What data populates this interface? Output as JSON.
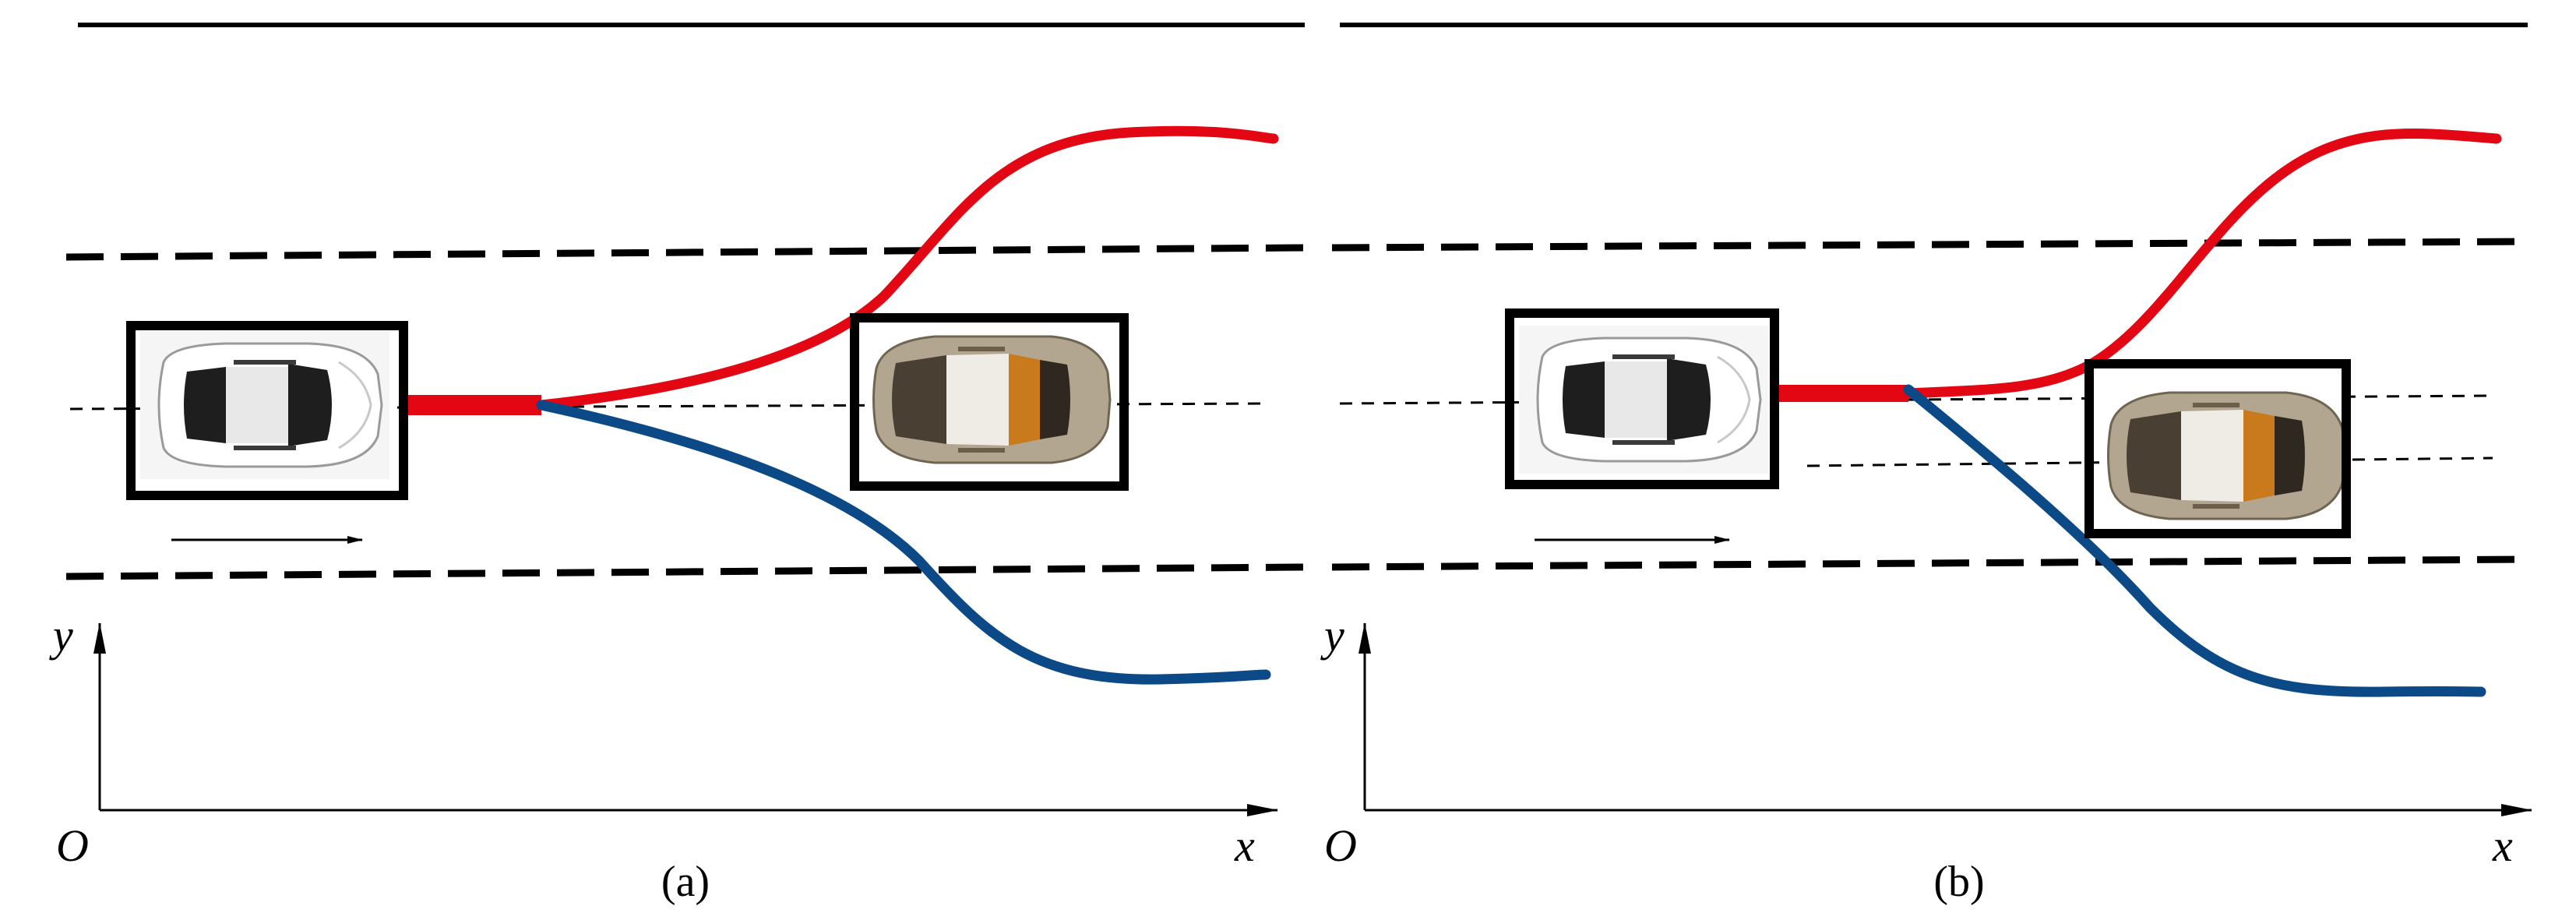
{
  "panels": [
    {
      "caption": "(a)",
      "origin_label": "O",
      "x_label": "x",
      "y_label": "y"
    },
    {
      "caption": "(b)",
      "origin_label": "O",
      "x_label": "x",
      "y_label": "y"
    }
  ],
  "colors": {
    "upper_path": "#e30613",
    "lower_path": "#0b4a86",
    "lines": "#000000",
    "car_white": "#f2f2f2",
    "car_gold": "#a99b86"
  },
  "icons": [
    "white-car-icon",
    "gold-car-icon",
    "direction-arrow-icon"
  ]
}
